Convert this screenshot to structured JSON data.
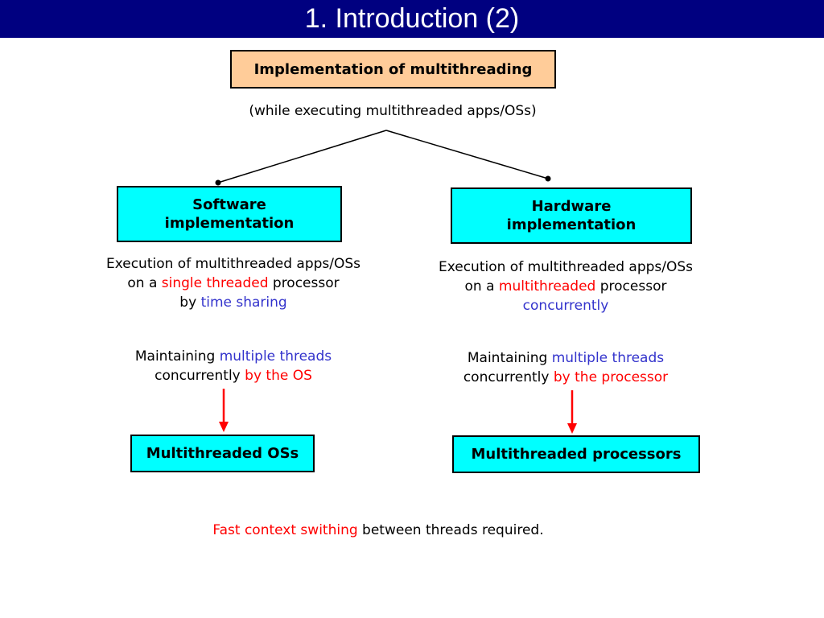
{
  "title": "1. Introduction (2)",
  "root": {
    "label": "Implementation of multithreading",
    "subtitle": "(while executing multithreaded apps/OSs)"
  },
  "software": {
    "line1": "Software",
    "line2": "implementation",
    "desc_line1": "Execution of multithreaded apps/OSs",
    "desc_on_a": "on a ",
    "desc_highlight": "single threaded",
    "desc_processor": " processor",
    "desc_by": "by ",
    "desc_mode": "time sharing",
    "maint_prefix": "Maintaining ",
    "maint_highlight": "multiple threads",
    "maint_concurrently": "concurrently ",
    "maint_agent": "by the OS",
    "result": "Multithreaded OSs"
  },
  "hardware": {
    "line1": "Hardware",
    "line2": "implementation",
    "desc_line1": "Execution of multithreaded apps/OSs",
    "desc_on_a": "on a ",
    "desc_highlight": "multithreaded",
    "desc_processor": " processor",
    "desc_mode": "concurrently",
    "maint_prefix": "Maintaining ",
    "maint_highlight": "multiple threads",
    "maint_concurrently": "concurrently ",
    "maint_agent": "by the processor",
    "result": "Multithreaded processors"
  },
  "footer": {
    "highlight": "Fast context swithing",
    "rest": " between threads required."
  },
  "colors": {
    "title_bg": "#000080",
    "root_box": "#ffcc99",
    "branch_box": "#00ffff",
    "emphasis_red": "#ff0000",
    "emphasis_blue": "#3333cc"
  }
}
